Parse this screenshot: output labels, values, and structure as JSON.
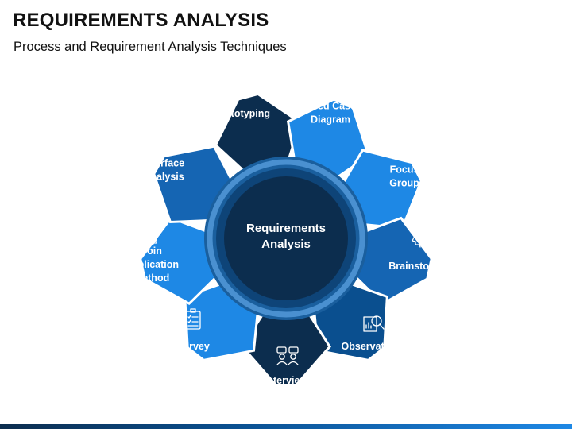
{
  "header": {
    "title": "REQUIREMENTS ANALYSIS",
    "subtitle": "Process and Requirement Analysis Techniques"
  },
  "center": {
    "lines": [
      "Requirements",
      "Analysis"
    ]
  },
  "colors": {
    "navy": "#0c2d4e",
    "dark_blue": "#0a4f8f",
    "mid_blue": "#1565b3",
    "bright_blue": "#1e88e5",
    "ring": "#2a78c0"
  },
  "techniques": [
    {
      "key": "prototyping",
      "lines": [
        "Prototyping"
      ],
      "icon": "code-monitor-gear-icon"
    },
    {
      "key": "used-case-diagram",
      "lines": [
        "Used Case",
        "Diagram"
      ],
      "icon": "diagram-tools-icon"
    },
    {
      "key": "focus-group",
      "lines": [
        "Focus",
        "Group"
      ],
      "icon": "group-people-icon"
    },
    {
      "key": "brainstorming",
      "lines": [
        "Brainstorming"
      ],
      "icon": "brain-head-icon"
    },
    {
      "key": "observation",
      "lines": [
        "Observation"
      ],
      "icon": "magnifier-chart-icon"
    },
    {
      "key": "interview",
      "lines": [
        "Interview"
      ],
      "icon": "interview-people-icon"
    },
    {
      "key": "survey",
      "lines": [
        "Survey"
      ],
      "icon": "checklist-icon"
    },
    {
      "key": "join-application-method",
      "lines": [
        "Join",
        "Application",
        "Method"
      ],
      "icon": "document-pen-icon"
    },
    {
      "key": "interface-analysis",
      "lines": [
        "Interface",
        "Analysis"
      ],
      "icon": "monitor-chart-icon"
    }
  ]
}
